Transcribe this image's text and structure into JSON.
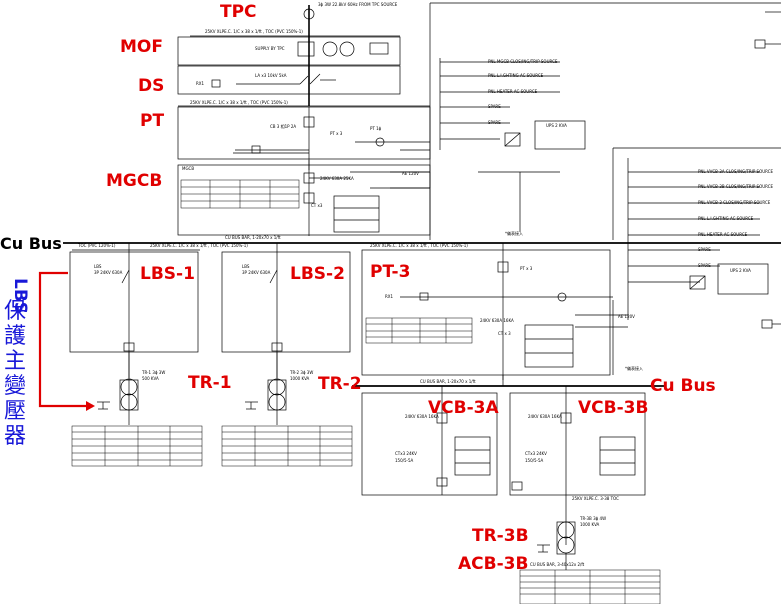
{
  "labels": {
    "tpc": "TPC",
    "mof": "MOF",
    "ds": "DS",
    "pt": "PT",
    "mgcb": "MGCB",
    "cu_bus_top": "Cu Bus",
    "lbs1": "LBS-1",
    "lbs2": "LBS-2",
    "pt3": "PT-3",
    "tr1": "TR-1",
    "tr2": "TR-2",
    "cu_bus_bottom": "Cu Bus",
    "vcb3a": "VCB-3A",
    "vcb3b": "VCB-3B",
    "tr3b": "TR-3B",
    "acb3b": "ACB-3B",
    "lbs_vertical": "LBS",
    "lbs_vertical_cn": [
      "保",
      "護",
      "主",
      "變",
      "壓",
      "器"
    ]
  },
  "small_text": {
    "top_source": "3ϕ 3W 22.8kV 60Hz FROM TPC SOURCE",
    "feeder_cable": "25KV XLPE.C. 1/C x 38 x 1/ft , TOC (PVC 150%-1)",
    "supply_tpc": "SUPPLY BY TPC",
    "pt_ratio": "PT x 3",
    "ptt": "PT 1ϕ",
    "bus_main": "CU BUS BAR, 1-20x70 x 1/ft",
    "bus_low": "CU BUS BAR, 1-20x70 x 1/ft",
    "tr1_spec": "TR-1 3ϕ 3W",
    "tr2_spec": "TR-2 3ϕ 3W",
    "tr3b_spec": "TR-3B 3ϕ 4W",
    "vcb_spec": "24KV 630A 16KA",
    "lbs_spec": "3P 24KV 630A",
    "ups": "UPS 2 KVA",
    "ups2": "UPS 2 KVA",
    "spare": "SPARE",
    "ais_120v": "AE 120V",
    "acb_cable": "25KV XLPE.C. 3-38 TOC",
    "ct_label": "CT x 3"
  }
}
